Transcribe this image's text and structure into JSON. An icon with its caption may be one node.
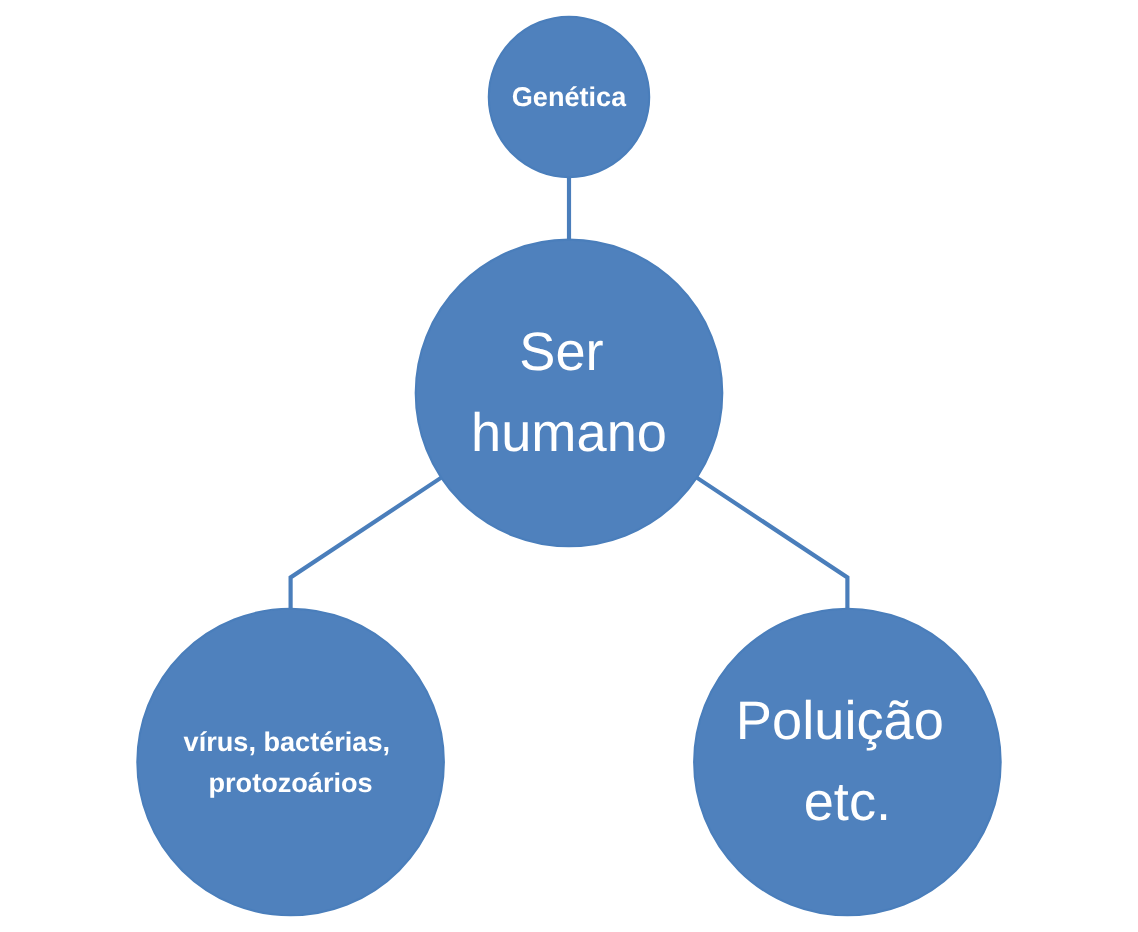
{
  "diagram": {
    "nodes": [
      {
        "text": [
          "Genética"
        ]
      },
      {
        "text": [
          "Ser humano"
        ]
      },
      {
        "text": [
          "vírus, bactérias, protozoários"
        ]
      },
      {
        "text": [
          "Poluição etc."
        ]
      }
    ],
    "edges": [
      {
        "from": 0,
        "to": 1,
        "arrow": "none"
      },
      {
        "from": 1,
        "to": 2,
        "arrow": "none"
      },
      {
        "from": 1,
        "to": 3,
        "arrow": "none"
      }
    ]
  }
}
